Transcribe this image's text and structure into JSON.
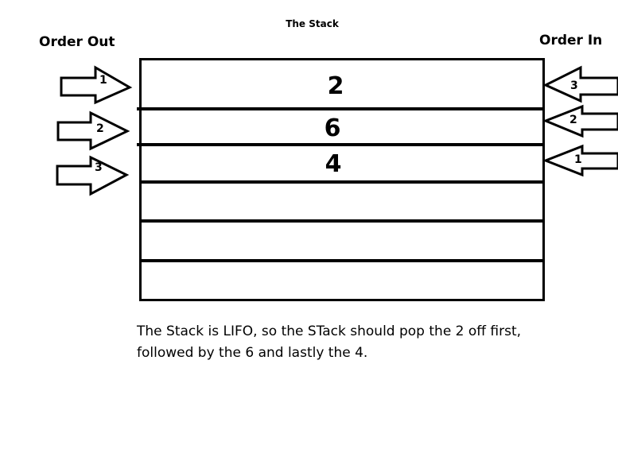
{
  "title": "The Stack",
  "order_out_label": "Order Out",
  "order_in_label": "Order In",
  "stack_values": [
    "2",
    "6",
    "4"
  ],
  "out_arrow_numbers": [
    "1",
    "2",
    "3"
  ],
  "in_arrow_numbers": [
    "3",
    "2",
    "1"
  ],
  "caption": {
    "line1": "The Stack is LIFO, so the STack should pop the 2 off first,",
    "line2": "followed by the 6 and lastly the 4."
  }
}
